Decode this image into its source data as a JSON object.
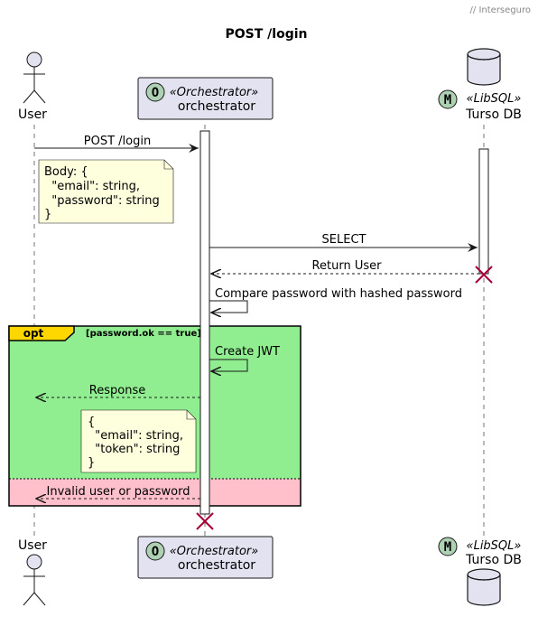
{
  "header": "// Interseguro",
  "title": "POST /login",
  "participants": {
    "user": {
      "name": "User"
    },
    "orchestrator": {
      "stereotype": "«Orchestrator»",
      "name": "orchestrator",
      "badge": "O",
      "badge_color": "#ADD1B2"
    },
    "db": {
      "stereotype": "«LibSQL»",
      "name": "Turso DB",
      "badge": "M",
      "badge_color": "#ADD1B2"
    }
  },
  "messages": {
    "post_login": "POST /login",
    "select": "SELECT",
    "return_user": "Return User",
    "compare": "Compare password with hashed password",
    "create_jwt": "Create JWT",
    "response": "Response",
    "invalid": "Invalid user or password"
  },
  "notes": {
    "request_body": [
      "Body: {",
      "  \"email\": string,",
      "  \"password\": string",
      "}"
    ],
    "response_body": [
      "{",
      "  \"email\": string,",
      "  \"token\": string",
      "}"
    ]
  },
  "group": {
    "keyword": "opt",
    "condition": "[password.ok == true]",
    "colors": {
      "label": "#FFD700",
      "then": "#90EE90",
      "else": "#FFC0CB"
    }
  },
  "colors": {
    "participant_fill": "#E2E2F0",
    "participant_border": "#181818",
    "note_fill": "#FEFFDD",
    "destroy": "#A80036",
    "header_text": "#888888"
  }
}
